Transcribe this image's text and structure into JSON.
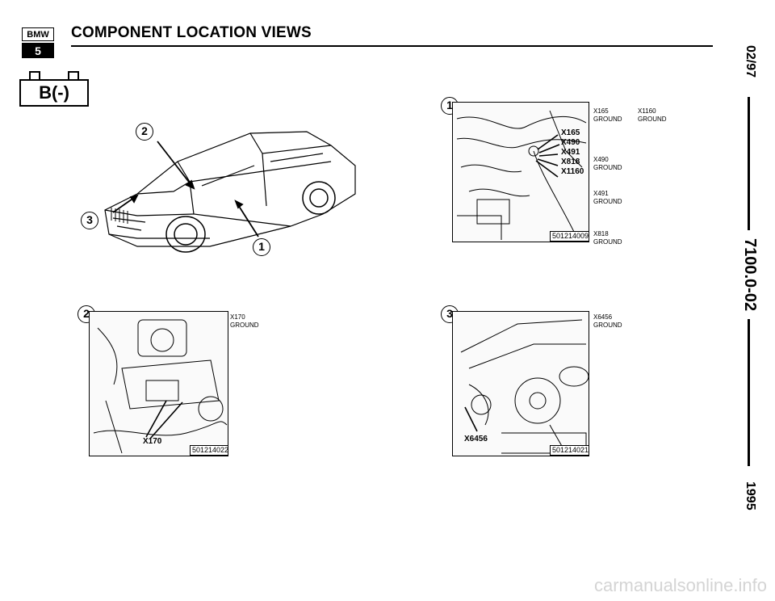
{
  "header": {
    "logo_top": "BMW",
    "logo_bottom": "5",
    "title": "COMPONENT LOCATION VIEWS"
  },
  "battery_label": "B(-)",
  "side": {
    "date": "02/97",
    "page": "7100.0-02",
    "year": "1995"
  },
  "car_view": {
    "callouts": [
      "2",
      "3",
      "1"
    ]
  },
  "view1": {
    "number": "1",
    "connectors": [
      "X165",
      "X490",
      "X491",
      "X818",
      "X1160"
    ],
    "part_no": "501214009",
    "captions": [
      {
        "id": "X165",
        "desc": "GROUND"
      },
      {
        "id": "X1160",
        "desc": "GROUND"
      },
      {
        "id": "X490",
        "desc": "GROUND"
      },
      {
        "id": "X491",
        "desc": "GROUND"
      },
      {
        "id": "X818",
        "desc": "GROUND"
      }
    ]
  },
  "view2": {
    "number": "2",
    "connector": "X170",
    "part_no": "501214022",
    "caption": {
      "id": "X170",
      "desc": "GROUND"
    }
  },
  "view3": {
    "number": "3",
    "connector": "X6456",
    "part_no": "501214021",
    "caption": {
      "id": "X6456",
      "desc": "GROUND"
    }
  },
  "watermark": "carmanualsonline.info"
}
